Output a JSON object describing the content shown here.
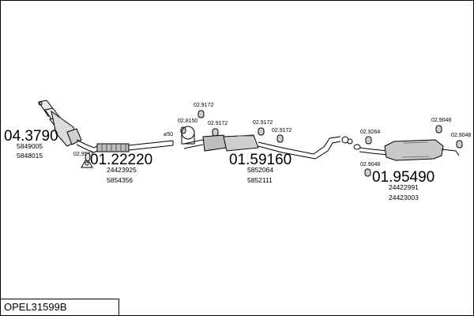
{
  "diagram_title": "OPEL31599B",
  "parts": [
    {
      "number": "04.3790",
      "refs": [
        "5849005",
        "5848015"
      ]
    },
    {
      "number": "01.22220",
      "refs": [
        "24423925",
        "5854356"
      ]
    },
    {
      "number": "01.59160",
      "refs": [
        "5852064",
        "5852111"
      ]
    },
    {
      "number": "01.95490",
      "refs": [
        "24422991",
        "24423003"
      ]
    }
  ],
  "small_parts": [
    "02.9523",
    "02.8150",
    "02.9172",
    "02.9172",
    "02.9172",
    "02.9172",
    "02.9264",
    "02.9048",
    "02.9048",
    "02.9048"
  ],
  "diameter_label": "⌀50"
}
